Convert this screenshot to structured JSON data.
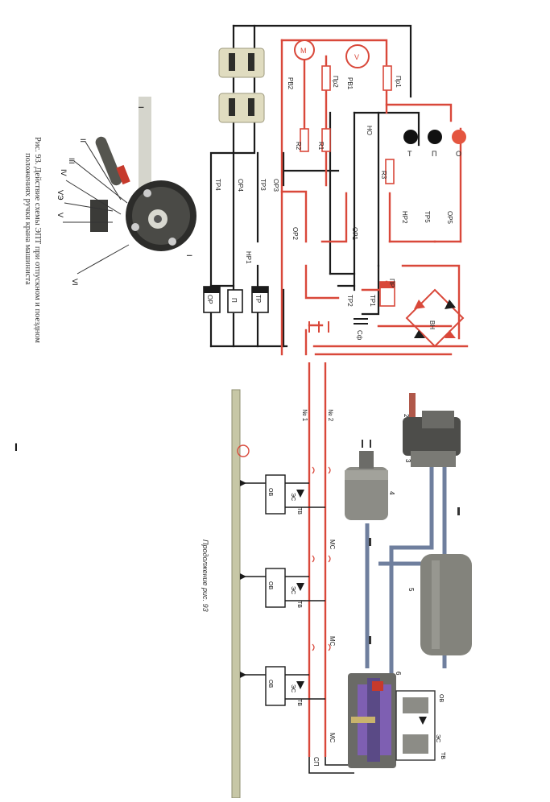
{
  "figure": {
    "caption_line1": "Рис. 93. Действие схемы ЭПТ при отпускном и поездном",
    "caption_line2": "положениях ручки крана машиниста",
    "continuation": "Продолжение рис. 93",
    "margin_mark": "I"
  },
  "controller_labels": [
    "I",
    "II",
    "III",
    "IV",
    "V",
    "VЭ",
    "VI",
    "I"
  ],
  "circuit_labels": {
    "lamps": [
      "О",
      "П",
      "Т"
    ],
    "resistors": [
      "R1",
      "R2",
      "R3"
    ],
    "fuses": [
      "Пр1",
      "Пр2"
    ],
    "meters": [
      "V",
      "M"
    ],
    "generator_labels": [
      "РВ1",
      "РВ2"
    ],
    "relays": [
      "ОР",
      "П",
      "ТР"
    ],
    "contacts": [
      "ТР4",
      "ОР4",
      "ТР3",
      "ОР3",
      "ОР2",
      "ОР1",
      "ТР1",
      "ТР2",
      "НР1",
      "НР2",
      "ТР5",
      "ОР5",
      "ПР",
      "НО"
    ],
    "bridge": "ВН",
    "capacitor": "Cф",
    "wires": [
      "№ 1",
      "№ 2"
    ]
  },
  "pneumatic_labels": {
    "parts": [
      "1",
      "2",
      "3",
      "4",
      "5",
      "6"
    ],
    "valves": [
      "ОВ",
      "ТВ",
      "ЭС"
    ],
    "couplings": [
      "МС",
      "МС",
      "МС",
      "СП"
    ]
  },
  "colors": {
    "line_black": "#1b1b1b",
    "line_red": "#d9483a",
    "pipe_blue": "#6f7f9e",
    "metal_gray": "#8c8c86",
    "valve_purple": "#7e5fb2",
    "rail_olive": "#c7c7a6"
  }
}
